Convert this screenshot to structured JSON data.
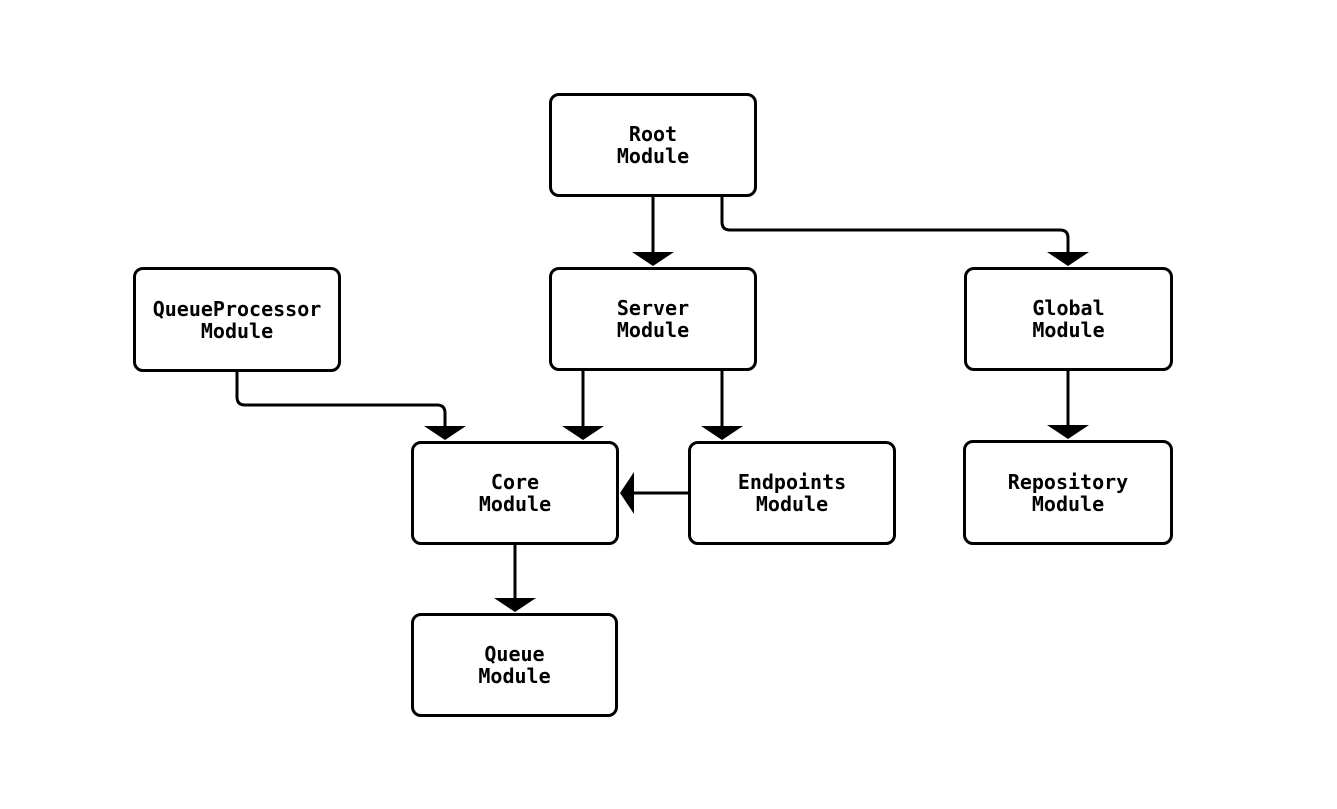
{
  "diagram": {
    "type": "module-dependency-diagram",
    "background_color": "#ffffff",
    "colors": {
      "node_border": "#000000",
      "node_fill": "#ffffff",
      "edge": "#000000",
      "text": "#000000"
    },
    "nodes": {
      "root": {
        "label": "Root\nModule"
      },
      "queue_processor": {
        "label": "QueueProcessor\nModule"
      },
      "server": {
        "label": "Server\nModule"
      },
      "global": {
        "label": "Global\nModule"
      },
      "core": {
        "label": "Core\nModule"
      },
      "endpoints": {
        "label": "Endpoints\nModule"
      },
      "repository": {
        "label": "Repository\nModule"
      },
      "queue": {
        "label": "Queue\nModule"
      }
    },
    "edges": [
      {
        "from": "Root Module",
        "to": "Server Module"
      },
      {
        "from": "Root Module",
        "to": "Global Module"
      },
      {
        "from": "QueueProcessor Module",
        "to": "Core Module"
      },
      {
        "from": "Server Module",
        "to": "Core Module"
      },
      {
        "from": "Server Module",
        "to": "Endpoints Module"
      },
      {
        "from": "Endpoints Module",
        "to": "Core Module"
      },
      {
        "from": "Global Module",
        "to": "Repository Module"
      },
      {
        "from": "Core Module",
        "to": "Queue Module"
      }
    ]
  }
}
